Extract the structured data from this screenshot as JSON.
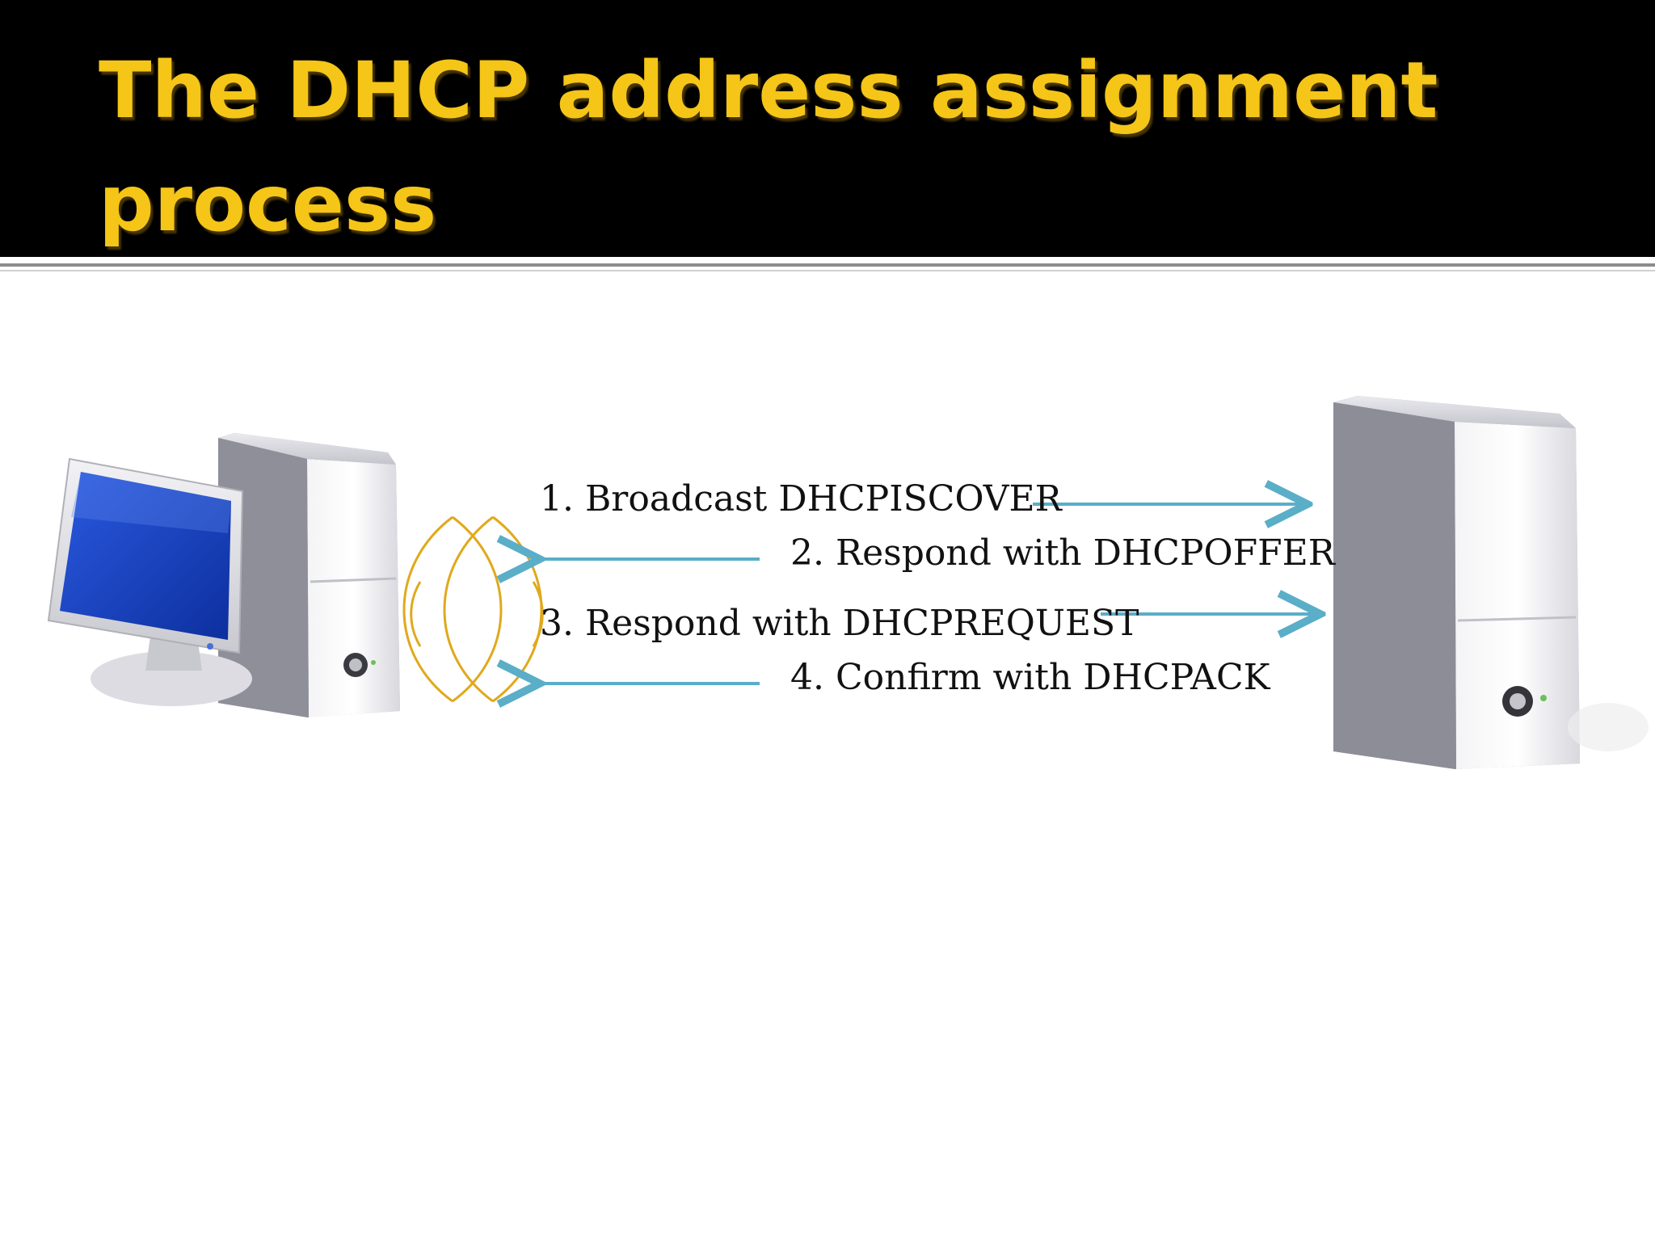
{
  "slide": {
    "title": "The DHCP address assignment process"
  },
  "steps": [
    {
      "label": "1. Broadcast DHCPISCOVER",
      "direction": "to-server"
    },
    {
      "label": "2. Respond with DHCPOFFER",
      "direction": "to-client"
    },
    {
      "label": "3. Respond with DHCPREQUEST",
      "direction": "to-server"
    },
    {
      "label": "4. Confirm with DHCPACK",
      "direction": "to-client"
    }
  ],
  "colors": {
    "title_bar": "#000000",
    "title_text": "#f5c518",
    "arrow": "#5aaec8",
    "signal_waves": "#e0a91c",
    "monitor_screen": "#1a45c8"
  },
  "icons": {
    "client": "desktop-computer-icon",
    "server": "server-tower-icon",
    "waves": "wireless-signal-icon"
  }
}
